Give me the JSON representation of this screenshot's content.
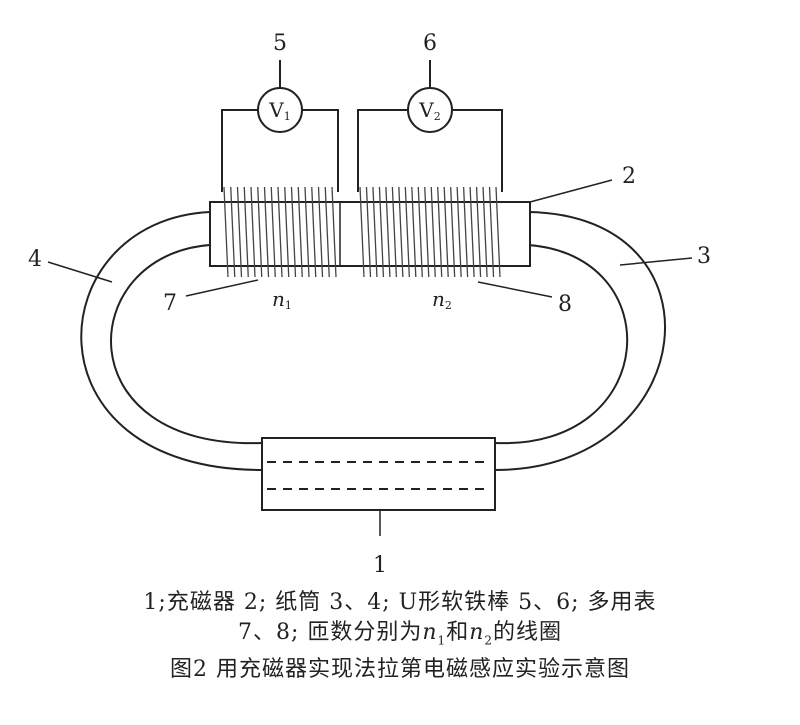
{
  "figure": {
    "labels": {
      "l1": "1",
      "l2": "2",
      "l3": "3",
      "l4": "4",
      "l5": "5",
      "l6": "6",
      "l7": "7",
      "l8": "8"
    },
    "meters": [
      {
        "letter": "V",
        "sub": "1"
      },
      {
        "letter": "V",
        "sub": "2"
      }
    ],
    "coil_labels": [
      {
        "letter": "n",
        "sub": "1"
      },
      {
        "letter": "n",
        "sub": "2"
      }
    ]
  },
  "caption": {
    "line1": "1;充磁器 2; 纸筒 3、4; U形软铁棒 5、6; 多用表",
    "line2_prefix": "7、8; 匝数分别为",
    "line2_n": "n",
    "line2_sub1": "1",
    "line2_mid": "和",
    "line2_sub2": "2",
    "line2_suffix": "的线圈",
    "line3": "图2 用充磁器实现法拉第电磁感应实验示意图"
  }
}
